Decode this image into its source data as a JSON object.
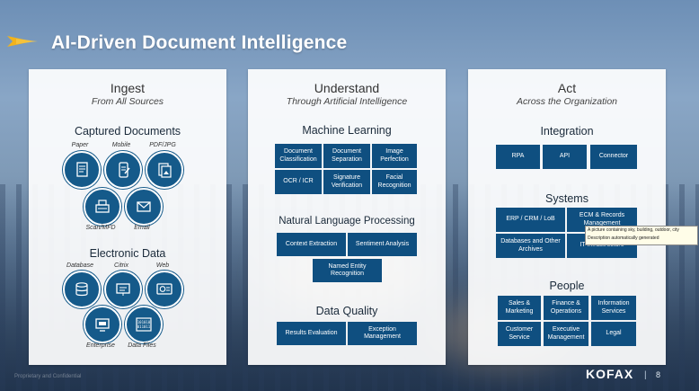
{
  "header": {
    "title": "AI-Driven Document Intelligence"
  },
  "ingest": {
    "title": "Ingest",
    "subtitle": "From All Sources",
    "captured": {
      "title": "Captured Documents",
      "items": [
        "Paper",
        "Mobile",
        "PDF/JPG",
        "Scan/MFD",
        "Email"
      ]
    },
    "electronic": {
      "title": "Electronic Data",
      "items": [
        "Database",
        "Citrix",
        "Web",
        "Enterprise",
        "Data Files"
      ]
    }
  },
  "understand": {
    "title": "Understand",
    "subtitle": "Through Artificial Intelligence",
    "ml": {
      "title": "Machine Learning",
      "items": [
        "Document Classification",
        "Document Separation",
        "Image Perfection",
        "OCR / ICR",
        "Signature Verification",
        "Facial Recognition"
      ]
    },
    "nlp": {
      "title": "Natural Language Processing",
      "items": [
        "Context Extraction",
        "Sentiment Analysis",
        "Named Entity Recognition"
      ]
    },
    "dq": {
      "title": "Data Quality",
      "items": [
        "Results Evaluation",
        "Exception Management"
      ]
    }
  },
  "act": {
    "title": "Act",
    "subtitle": "Across the Organization",
    "integration": {
      "title": "Integration",
      "items": [
        "RPA",
        "API",
        "Connector"
      ]
    },
    "systems": {
      "title": "Systems",
      "items": [
        "ERP / CRM / LoB",
        "ECM & Records Management",
        "Databases and Other Archives",
        "IT Infrastructure"
      ]
    },
    "people": {
      "title": "People",
      "items": [
        "Sales & Marketing",
        "Finance & Operations",
        "Information Services",
        "Customer Service",
        "Executive Management",
        "Legal"
      ]
    }
  },
  "tooltip": {
    "line1": "A picture containing sky, building, outdoor, city",
    "line2": "Description automatically generated"
  },
  "footer": {
    "left": "Proprietary and Confidential",
    "brand": "KOFAX",
    "sep": "|",
    "page": "8"
  },
  "colors": {
    "box": "#0f4f80",
    "circle": "#155a8a",
    "accent": "#f2b31b"
  }
}
